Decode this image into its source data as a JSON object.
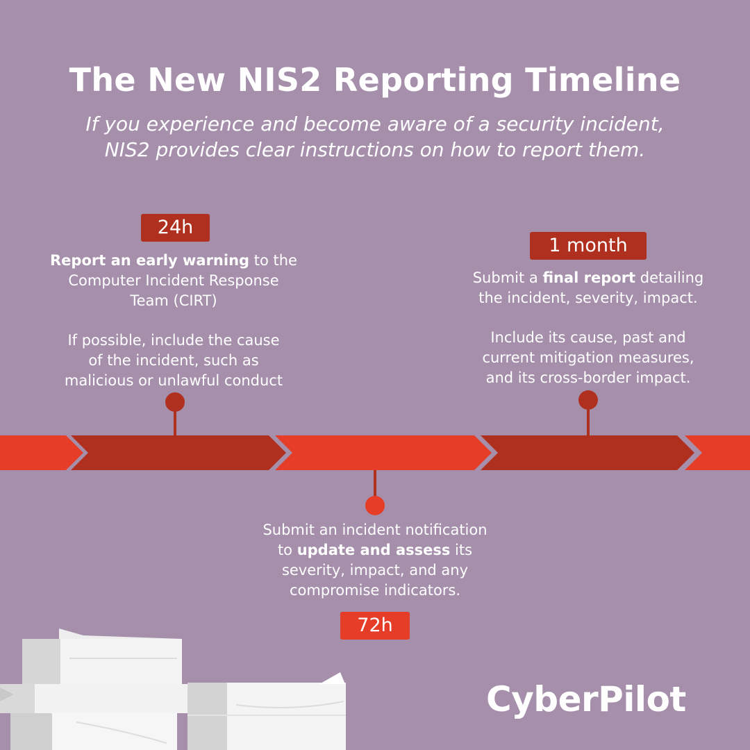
{
  "title": "The New NIS2 Reporting Timeline",
  "subtitle": {
    "line1": "If you experience and become aware of a security incident,",
    "line2": "NIS2 provides clear instructions on how to report them."
  },
  "milestones": {
    "h24": {
      "badge": "24h",
      "l1_bold": "Report an early warning",
      "l1_rest": " to the",
      "l2": "Computer Incident Response",
      "l3": "Team (CIRT)",
      "l4": "If possible, include the cause",
      "l5": "of the incident, such as",
      "l6": "malicious or unlawful conduct"
    },
    "h72": {
      "badge": "72h",
      "l1": "Submit an incident notification",
      "l2_pre": "to ",
      "l2_bold": "update and assess",
      "l2_post": " its",
      "l3": "severity, impact, and any",
      "l4": "compromise indicators."
    },
    "month": {
      "badge": "1 month",
      "l1_pre": "Submit a ",
      "l1_bold": "final report",
      "l1_post": " detailing",
      "l2": "the incident, severity, impact.",
      "l3": "Include its cause, past and",
      "l4": "current mitigation measures,",
      "l5": "and its cross-border impact."
    }
  },
  "logo": "CyberPilot",
  "colors": {
    "background": "#a58fab",
    "arrow_bright": "#e53d28",
    "arrow_dark": "#b0301f",
    "text": "#ffffff"
  }
}
